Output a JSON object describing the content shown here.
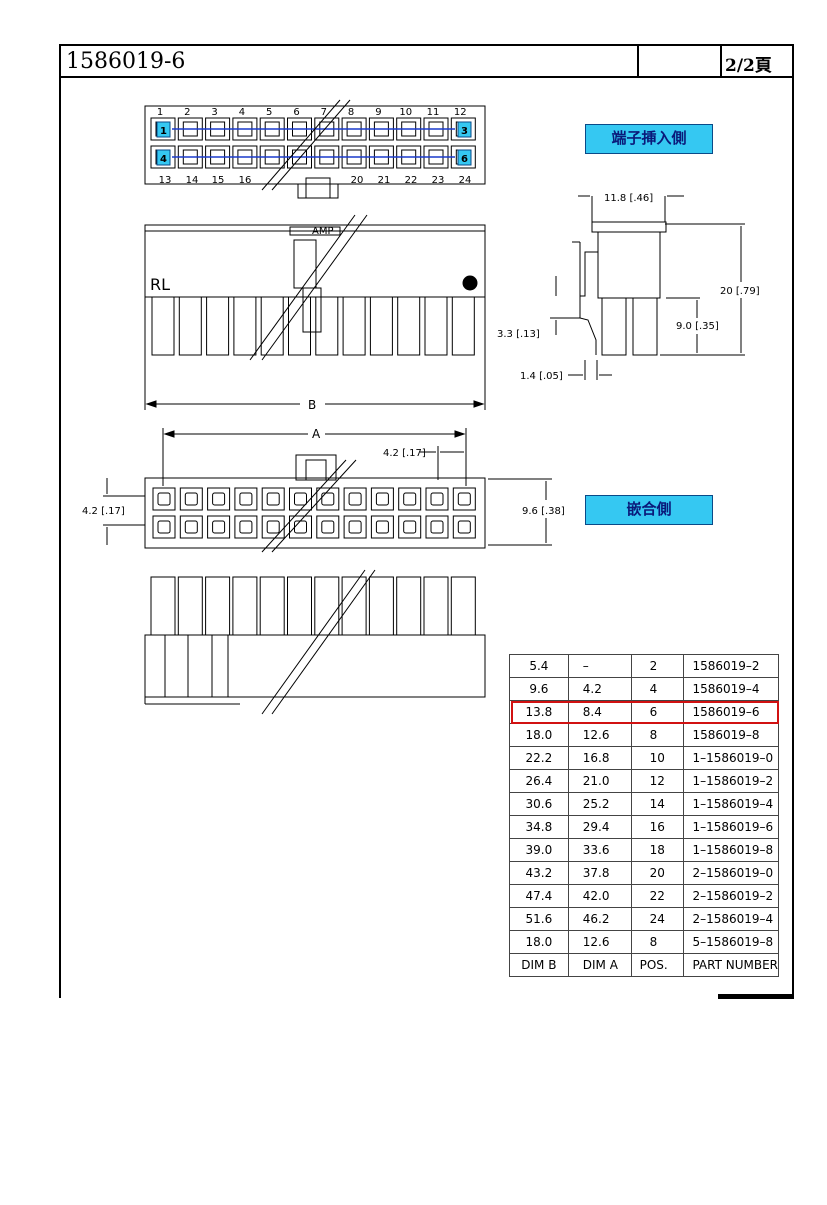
{
  "header": {
    "doc_number": "1586019-6",
    "page": "2/2頁"
  },
  "labels": {
    "insert_side": "端子挿入側",
    "mating_side": "嵌合側",
    "top_numbers": [
      "1",
      "2",
      "3",
      "4",
      "5",
      "6",
      "7",
      "8",
      "9",
      "10",
      "11",
      "12"
    ],
    "bottom_numbers": [
      "13",
      "14",
      "15",
      "16",
      "20",
      "21",
      "22",
      "23",
      "24"
    ],
    "cavity_marks": [
      "1",
      "3",
      "4",
      "6"
    ],
    "amp": "AMP",
    "ul": "RL",
    "dim_b": "B",
    "dim_a": "A",
    "dim_pitch": "4.2 [.17]",
    "dim_width": "11.8 [.46]",
    "dim_height": "20 [.79]",
    "dim_9": "9.0 [.35]",
    "dim_33": "3.3 [.13]",
    "dim_14": "1.4 [.05]",
    "dim_row_pitch": "4.2 [.17]",
    "dim_96": "9.6 [.38]"
  },
  "table": {
    "headers": [
      "DIM B",
      "DIM A",
      "POS.",
      "PART NUMBER"
    ],
    "rows": [
      [
        "5.4",
        "–",
        "2",
        "1586019–2"
      ],
      [
        "9.6",
        "4.2",
        "4",
        "1586019–4"
      ],
      [
        "13.8",
        "8.4",
        "6",
        "1586019–6"
      ],
      [
        "18.0",
        "12.6",
        "8",
        "1586019–8"
      ],
      [
        "22.2",
        "16.8",
        "10",
        "1–1586019–0"
      ],
      [
        "26.4",
        "21.0",
        "12",
        "1–1586019–2"
      ],
      [
        "30.6",
        "25.2",
        "14",
        "1–1586019–4"
      ],
      [
        "34.8",
        "29.4",
        "16",
        "1–1586019–6"
      ],
      [
        "39.0",
        "33.6",
        "18",
        "1–1586019–8"
      ],
      [
        "43.2",
        "37.8",
        "20",
        "2–1586019–0"
      ],
      [
        "47.4",
        "42.0",
        "22",
        "2–1586019–2"
      ],
      [
        "51.6",
        "46.2",
        "24",
        "2–1586019–4"
      ],
      [
        "18.0",
        "12.6",
        "8",
        "5–1586019–8"
      ]
    ],
    "highlight_row": 2,
    "highlight_color": "#d11111"
  },
  "colors": {
    "label_box": "#35c8f2",
    "label_text": "#0a1a7a"
  }
}
